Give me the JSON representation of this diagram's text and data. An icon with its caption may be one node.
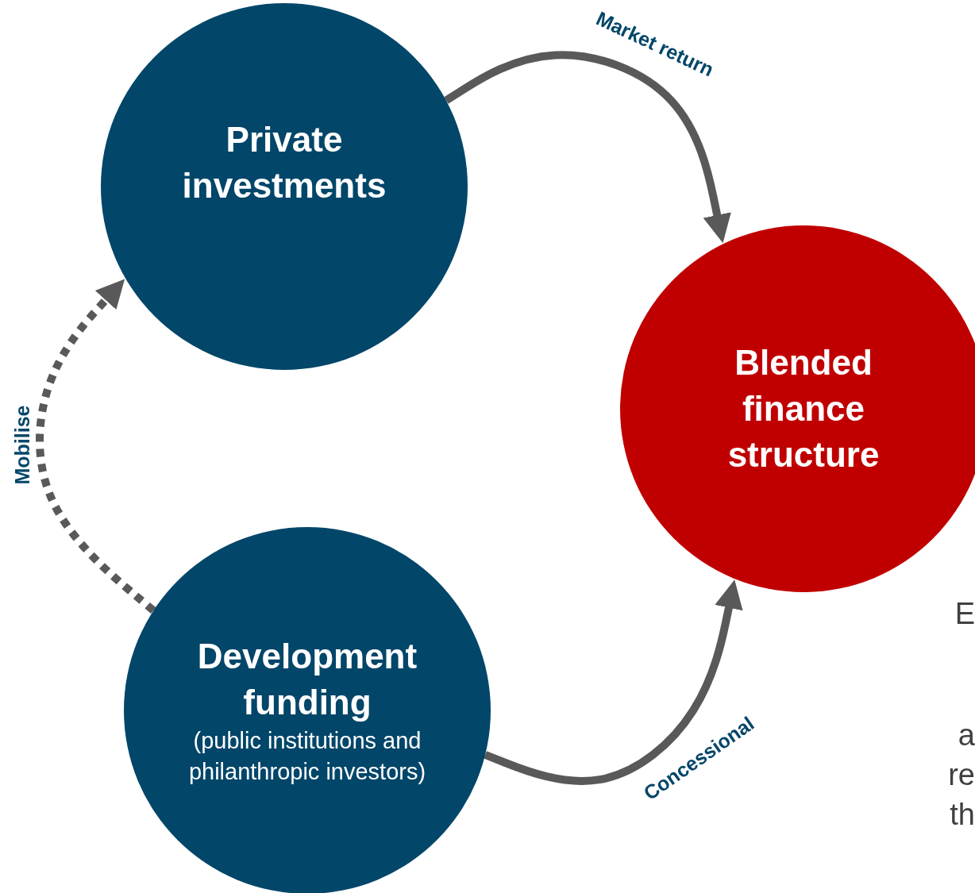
{
  "diagram": {
    "nodes": [
      {
        "text": [
          "Private investments"
        ]
      },
      {
        "text": [
          "Blended finance structure"
        ]
      },
      {
        "text": [
          "Development funding",
          "(public institutions and philanthropic investors)"
        ]
      }
    ],
    "edges": [
      {
        "from": 0,
        "to": 1,
        "arrow": "to",
        "label": "Market return"
      },
      {
        "from": 2,
        "to": 1,
        "arrow": "to",
        "label": "Concessional"
      },
      {
        "from": 2,
        "to": 0,
        "arrow": "to",
        "label": "Mobilise",
        "style": "dashed"
      }
    ],
    "labels": [
      "E",
      "a",
      "re",
      "th"
    ]
  }
}
